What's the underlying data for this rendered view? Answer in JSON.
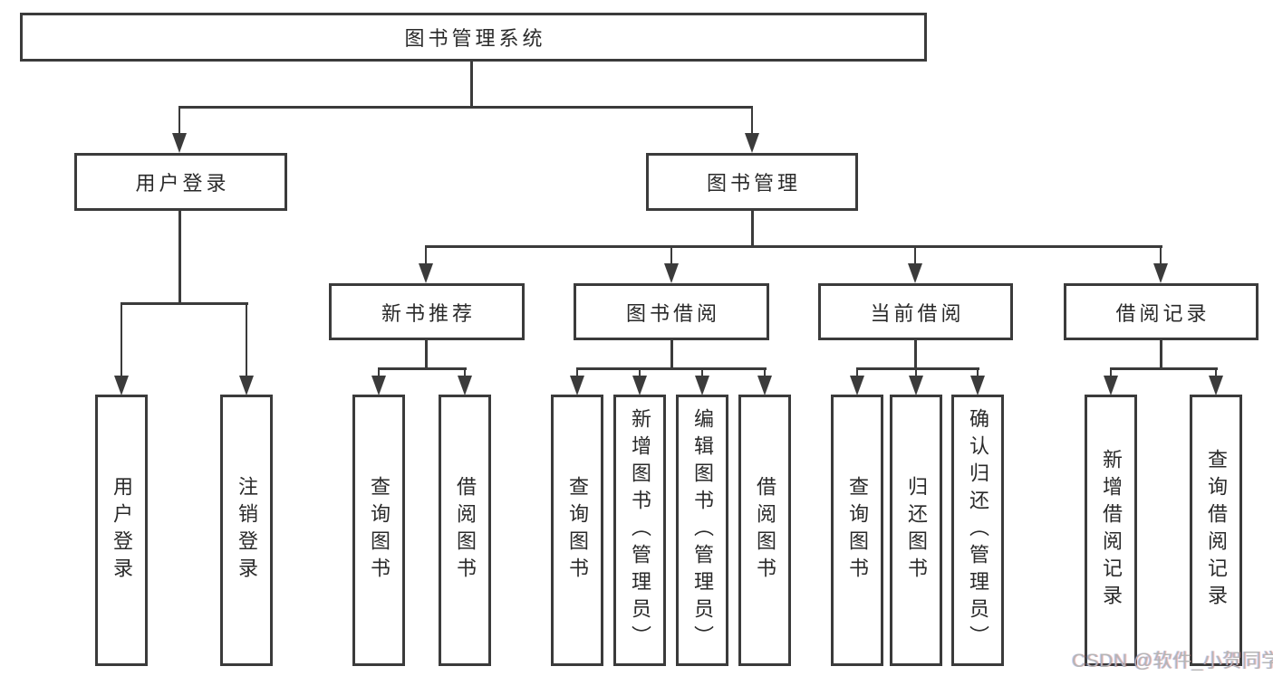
{
  "diagram": {
    "root": {
      "label": "图书管理系统"
    },
    "branches": [
      {
        "label": "用户登录"
      },
      {
        "label": "图书管理"
      }
    ],
    "modules": [
      {
        "label": "新书推荐"
      },
      {
        "label": "图书借阅"
      },
      {
        "label": "当前借阅"
      },
      {
        "label": "借阅记录"
      }
    ],
    "leaves": [
      {
        "label": "用户登录"
      },
      {
        "label": "注销登录"
      },
      {
        "label": "查询图书"
      },
      {
        "label": "借阅图书"
      },
      {
        "label": "查询图书"
      },
      {
        "label": "新增图书（管理员）"
      },
      {
        "label": "编辑图书（管理员）"
      },
      {
        "label": "借阅图书"
      },
      {
        "label": "查询图书"
      },
      {
        "label": "归还图书"
      },
      {
        "label": "确认归还（管理员）"
      },
      {
        "label": "新增借阅记录"
      },
      {
        "label": "查询借阅记录"
      }
    ]
  },
  "watermark": {
    "text": "CSDN @软件_小贺同学"
  },
  "colors": {
    "line": "#3b3b3b",
    "text": "#2a2a2a",
    "background": "#ffffff",
    "watermark": "#b5b5b5"
  }
}
